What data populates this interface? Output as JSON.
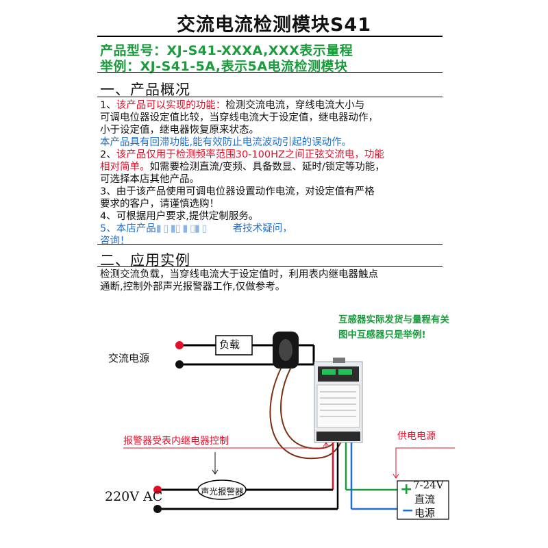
{
  "title": "交流电流检测模块S41",
  "model_line1": "产品型号：XJ-S41-XXXA,XXX表示量程",
  "model_line2": "举例：XJ-S41-5A,表示5A电流检测模块",
  "section1_title": "一、产品概况",
  "item1_prefix": "1、",
  "item1_red": "该产品可以实现的功能：",
  "item1_text_a": "检测交流电流，穿线电流大小与",
  "item1_text_b": "可调电位器设定值比较，当穿线电流大于设定值，继电器动作，",
  "item1_text_c": "小于设定值，继电器恢复原来状态。",
  "item1_blue": "本产品具有回滞功能,能有效防止电流波动引起的误动作。",
  "item2_prefix": "2、",
  "item2_red_a": "该产品仅用于检测频率范围30-100HZ之间正弦交流电，功能",
  "item2_red_b": "相对简单。",
  "item2_text_a": "如需要检测直流/变频、具备数显、延时/锁定等功能，",
  "item2_text_b": "可选择本店其他产品。",
  "item3_a": "3、由于该产品使用可调电位器设置动作电流，对设定值有严格",
  "item3_b": "要求的客户，请谨慎选购！",
  "item4": "4、可根据用户要求,提供定制服务。",
  "item5_a": "5、本店产品",
  "item5_b": "者技术疑问，",
  "item5_c": "咨询！",
  "section2_title": "二、应用实例",
  "example_a": "检测交流负载，当穿线电流大于设定值时，利用表内继电器触点",
  "example_b": "通断,控制外部声光报警器工作,仅做参考。",
  "note_ct_a": "互感器实际发货与量程有关",
  "note_ct_b": "图中互感器只是举例!",
  "ac_source_label": "交流电源",
  "load_label": "负载",
  "alarm_control_label": "报警器受表内继电器控制",
  "power_supply_label": "供电电源",
  "alarm_label": "声光报警器",
  "mains_label": "220V AC",
  "dc_range_label": "7-24V",
  "dc_label": "直流",
  "power_label": "电源",
  "plus_sign": "+",
  "minus_sign": "−",
  "colors": {
    "green": "#1a9b3c",
    "red": "#e0102a",
    "blue": "#1f6fd0"
  }
}
